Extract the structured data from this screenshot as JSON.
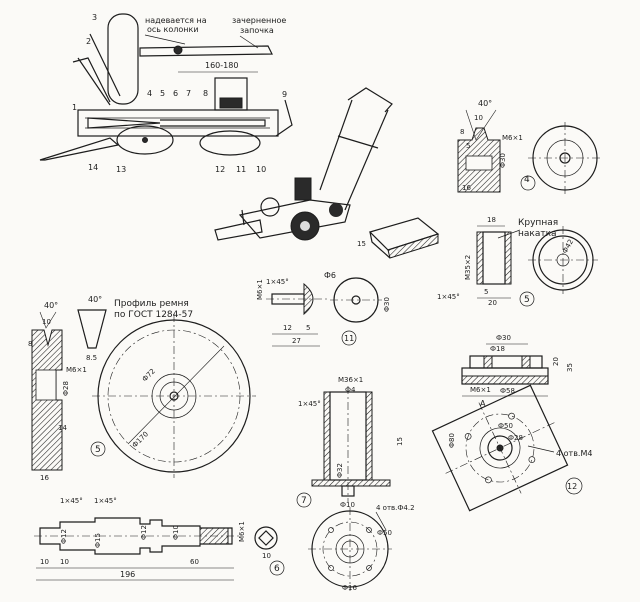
{
  "top_assembly": {
    "note_column_line1": "надевается на",
    "note_column_line2": "ось колонки",
    "note_tip_line1": "зачерненное",
    "note_tip_line2": "започка",
    "dim_range": "160-180",
    "callouts": [
      "3",
      "2",
      "1",
      "4",
      "5",
      "6",
      "7",
      "8",
      "9",
      "14",
      "13",
      "12",
      "11",
      "10"
    ]
  },
  "blade_part": {
    "label": "15"
  },
  "pulley_small": {
    "angle": "40°",
    "dims": [
      "10",
      "8",
      "5",
      "M6×1",
      "Ф30",
      "16"
    ],
    "number": "4"
  },
  "roller": {
    "note_line1": "Крупная",
    "note_line2": "накатка",
    "dims": [
      "18",
      "M35×2",
      "1×45°",
      "5",
      "20",
      "Ф42"
    ],
    "number": "5"
  },
  "bolt": {
    "dims": [
      "1×45°",
      "M6×1",
      "Ф6",
      "12",
      "5",
      "27",
      "Ф30"
    ],
    "number": "11"
  },
  "pulley_large": {
    "angle_left": "40°",
    "angle_right": "40°",
    "profile_line1": "Профиль ремня",
    "profile_line2": "по ГОСТ 1284-57",
    "dims": [
      "10",
      "8",
      "8.5",
      "16",
      "M6×1",
      "Ф28",
      "Ф170",
      "Ф72",
      "14"
    ],
    "number": "5"
  },
  "sleeve": {
    "dims": [
      "M36×1",
      "Ф4",
      "1×45°",
      "15",
      "Ф32",
      "Ф10"
    ],
    "number": "7"
  },
  "bracket": {
    "dims": [
      "Ф30",
      "Ф18",
      "20",
      "35",
      "M6×1",
      "Ф58",
      "A",
      "Ф80",
      "Ф50",
      "Ф28",
      "4 отв.М4"
    ],
    "number": "12"
  },
  "shaft": {
    "dims": [
      "1×45°",
      "1×45°",
      "Ф12",
      "Ф15",
      "Ф12",
      "Ф10",
      "M6×1",
      "10",
      "10",
      "60",
      "196"
    ],
    "number": "6"
  },
  "flange": {
    "dims": [
      "4 отв.Ф4.2",
      "Ф50",
      "Ф16"
    ]
  },
  "small_square": {
    "dims": [
      "10"
    ]
  }
}
